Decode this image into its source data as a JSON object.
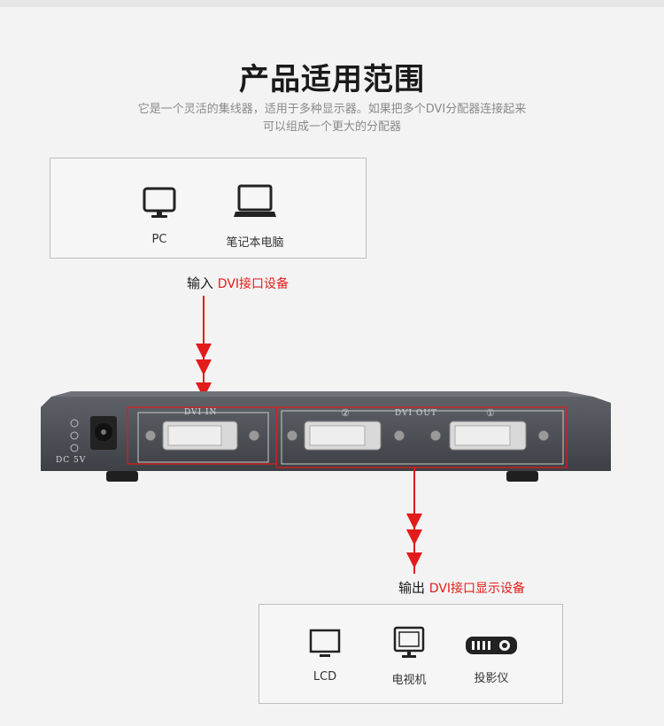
{
  "title": "产品适用范围",
  "description": {
    "line1": "它是一个灵活的集线器，适用于多种显示器。如果把多个DVI分配器连接起来",
    "line2": "可以组成一个更大的分配器"
  },
  "input_devices": [
    {
      "label": "PC",
      "icon": "monitor-icon"
    },
    {
      "label": "笔记本电脑",
      "icon": "laptop-icon"
    }
  ],
  "input_annotation": {
    "prefix": "输入",
    "highlight": "DVI接口设备"
  },
  "device_panel": {
    "dc_label": "DC 5V",
    "dvi_in_label": "DVI IN",
    "dvi_out_label": "DVI OUT",
    "out_port_1": "①",
    "out_port_2": "②"
  },
  "output_annotation": {
    "prefix": "输出",
    "highlight": "DVI接口显示设备"
  },
  "output_devices": [
    {
      "label": "LCD",
      "icon": "lcd-icon"
    },
    {
      "label": "电视机",
      "icon": "tv-icon"
    },
    {
      "label": "投影仪",
      "icon": "projector-icon"
    }
  ],
  "colors": {
    "accent_red": "#e31b1b",
    "device_body": "#4a4d52"
  }
}
